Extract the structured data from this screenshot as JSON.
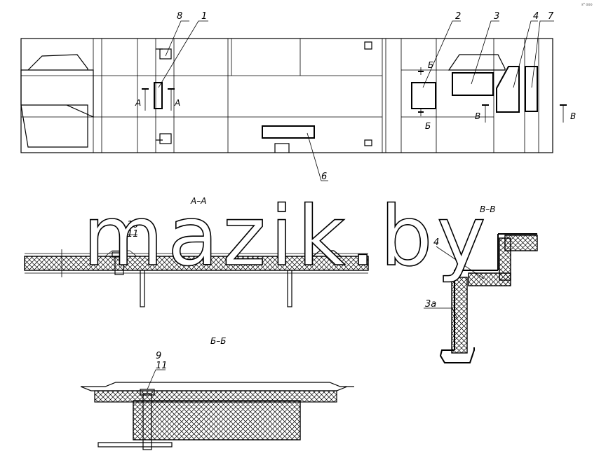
{
  "watermark": "mazik.by",
  "corner_mark": "sᴮ ooo",
  "top_view": {
    "callouts": [
      "8",
      "1",
      "2",
      "3",
      "4",
      "7",
      "6"
    ],
    "section_markers": [
      "А",
      "А",
      "Б",
      "Б",
      "В",
      "В"
    ]
  },
  "section_aa": {
    "title": "А–А",
    "callout_top": "10",
    "callout_bottom": "11"
  },
  "section_bb": {
    "title": "Б–Б",
    "callout_top": "9",
    "callout_bottom": "11"
  },
  "section_vv": {
    "title": "В–В",
    "callout_4": "4",
    "callout_3a": "3а"
  }
}
